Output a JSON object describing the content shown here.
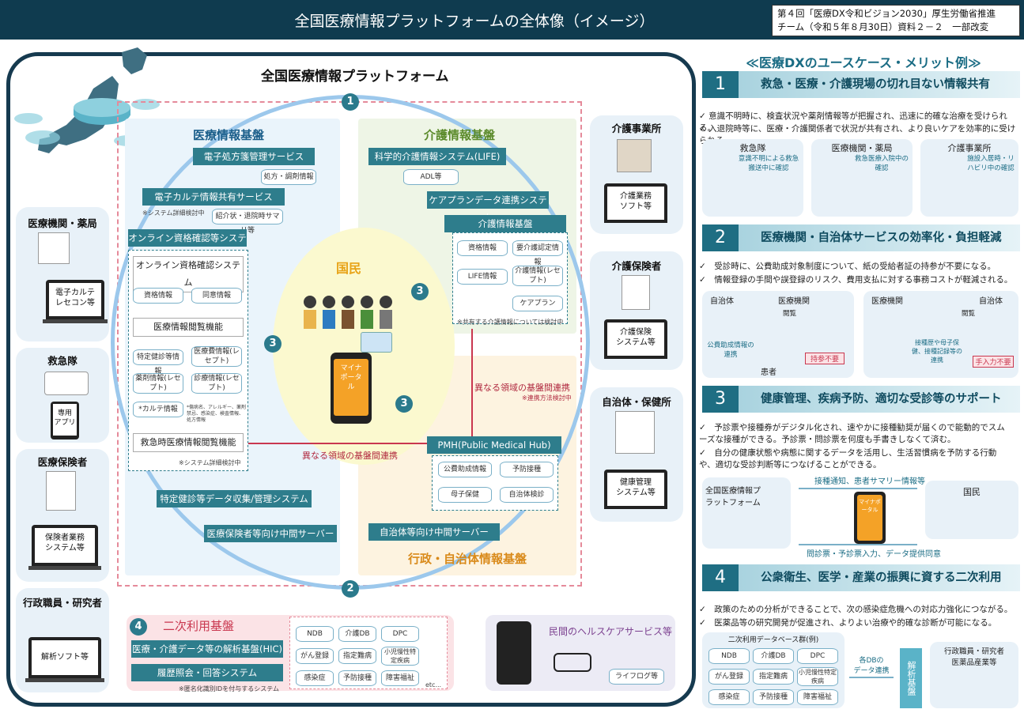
{
  "header": {
    "title": "全国医療情報プラットフォームの全体像（イメージ）",
    "note_line1": "第４回「医療DX令和ビジョン2030」厚生労働省推進",
    "note_line2": "チーム（令和５年８月30日）資料２－２　一部改変"
  },
  "platform": {
    "title": "全国医療情報プラットフォーム",
    "citizen": "国民",
    "mynaportal": "マイナポータル",
    "cross_domain_1": "異なる領域の基盤間連携",
    "cross_domain_2": "異なる領域の基盤間連携",
    "cross_domain_note": "※連携方法検討中",
    "numbers": {
      "n1": "1",
      "n2": "2",
      "n3a": "3",
      "n3b": "3",
      "n3c": "3",
      "n4": "4"
    }
  },
  "medical_base": {
    "title": "医療情報基盤",
    "eprescription": "電子処方箋管理サービス",
    "eprescription_db": "処方・調剤情報",
    "ehr_share": "電子カルテ情報共有サービス",
    "ehr_note": "※システム詳細検討中",
    "ehr_db": "紹介状・退院時サマリ等",
    "online_qualification": "オンライン資格確認等システム",
    "oq_system": "オンライン資格確認システム",
    "oq_db1": "資格情報",
    "oq_db2": "同意情報",
    "browse": "医療情報閲覧機能",
    "browse_db": [
      "特定健診等情報",
      "医療費情報(レセプト)",
      "薬剤情報(レセプト)",
      "診療情報(レセプト)",
      "*カルテ情報"
    ],
    "browse_note": "*傷病名、アレルギー、薬剤禁忌、感染症、検査情報、処方情報",
    "emergency": "救急時医療情報閲覧機能",
    "emergency_note": "※システム詳細検討中",
    "checkup_system": "特定健診等データ収集/管理システム",
    "insurer_server": "医療保険者等向け中間サーバー"
  },
  "care_base": {
    "title": "介護情報基盤",
    "life": "科学的介護情報システム(LIFE)",
    "life_db": "ADL等",
    "careplan": "ケアプランデータ連携システム",
    "care_info": "介護情報基盤",
    "care_db": [
      "資格情報",
      "要介護認定情報",
      "LIFE情報",
      "介護情報(レセプト)",
      "ケアプラン"
    ],
    "care_note": "※共有する介護情報については検討中"
  },
  "gov_base": {
    "title": "行政・自治体情報基盤",
    "pmh": "PMH(Public Medical Hub)",
    "pmh_db": [
      "公費助成情報",
      "予防接種",
      "母子保健",
      "自治体検診"
    ],
    "municipal_server": "自治体等向け中間サーバー"
  },
  "left_actors": {
    "hospital": "医療機関・薬局",
    "hospital_pc": "電子カルテ\nレセコン等",
    "ambulance": "救急隊",
    "ambulance_app": "専用\nアプリ",
    "insurer": "医療保険者",
    "insurer_pc": "保険者業務\nシステム等",
    "researcher": "行政職員・研究者",
    "researcher_pc": "解析ソフト等"
  },
  "right_actors": {
    "care_office": "介護事業所",
    "care_office_pc": "介護業務\nソフト等",
    "care_insurer": "介護保険者",
    "care_insurer_pc": "介護保険\nシステム等",
    "municipality": "自治体・保健所",
    "municipality_pc": "健康管理\nシステム等"
  },
  "secondary": {
    "title": "二次利用基盤",
    "hic": "医療・介護データ等の解析基盤(HIC)",
    "history": "履歴照会・回答システム",
    "note": "※匿名化識別IDを付与するシステム",
    "db": [
      "NDB",
      "介護DB",
      "DPC",
      "がん登録",
      "指定難病",
      "小児慢性特定疾病",
      "感染症",
      "予防接種",
      "障害福祉"
    ],
    "etc": "etc..."
  },
  "private": {
    "title": "民間のヘルスケアサービス等",
    "lifelog": "ライフログ等"
  },
  "right_panel": {
    "title": "≪医療DXのユースケース・メリット例≫",
    "s1": {
      "num": "1",
      "title": "救急・医療・介護現場の切れ目ない情報共有",
      "b1": "✓ 意識不明時に、検査状況や薬剤情報等が把握され、迅速に的確な治療を受けられる。",
      "b2": "✓ 入退院時等に、医療・介護関係者で状況が共有され、より良いケアを効率的に受けられる",
      "c1_title": "救急隊",
      "c1_note": "意識不明による救急搬送中に確認",
      "c2_title": "医療機関・薬局",
      "c2_note": "救急医療入院中の確認",
      "c3_title": "介護事業所",
      "c3_note": "施設入居時・リハビリ中の確認"
    },
    "s2": {
      "num": "2",
      "title": "医療機関・自治体サービスの効率化・負担軽減",
      "b1": "✓　受診時に、公費助成対象制度について、紙の受給者証の持参が不要になる。",
      "b2": "✓　情報登録の手間や誤登録のリスク、費用支払に対する事務コストが軽減される。",
      "c1_a": "自治体",
      "c1_b": "医療機関",
      "c1_c": "閲覧",
      "c1_d": "公費助成情報の連携",
      "c1_e": "患者",
      "c1_f": "持参不要",
      "c2_a": "医療機関",
      "c2_b": "自治体",
      "c2_c": "閲覧",
      "c2_d": "接種歴や母子保健、接種記録等の連携",
      "c2_e": "手入力不要"
    },
    "s3": {
      "num": "3",
      "title": "健康管理、疾病予防、適切な受診等のサポート",
      "b1": "✓　予診票や接種券がデジタル化され、速やかに接種勧奨が届くので能動的でスムーズな接種ができる。予診票・問診票を何度も手書きしなくて済む。",
      "b2": "✓　自分の健康状態や病態に関するデータを活用し、生活習慣病を予防する行動や、適切な受診判断等につなげることができる。",
      "platform": "全国医療情報プラットフォーム",
      "arrow_top": "接種通知、患者サマリー情報等",
      "arrow_bottom": "問診票・予診票入力、データ提供同意",
      "citizen": "国民",
      "mynaportal": "マイナポータル"
    },
    "s4": {
      "num": "4",
      "title": "公衆衛生、医学・産業の振興に資する二次利用",
      "b1": "✓　政策のための分析ができることで、次の感染症危機への対応力強化につながる。",
      "b2": "✓　医薬品等の研究開発が促進され、よりよい治療や的確な診断が可能になる。",
      "db_title": "二次利用データベース群(例)",
      "db": [
        "NDB",
        "介護DB",
        "DPC",
        "がん登録",
        "指定難病",
        "小児慢性特定疾病",
        "感染症",
        "予防接種",
        "障害福祉"
      ],
      "link": "各DBの\nデータ連携",
      "analysis": "解析基盤",
      "users": "行政職員・研究者\n医薬品産業等"
    }
  },
  "colors": {
    "navy": "#0f3b4f",
    "teal": "#2e7d8c",
    "ring": "#9cc8ec",
    "red": "#c9374f",
    "medzone": "#eaf4fb",
    "carezone": "#eef5e6",
    "govzone": "#fdf3e0"
  }
}
